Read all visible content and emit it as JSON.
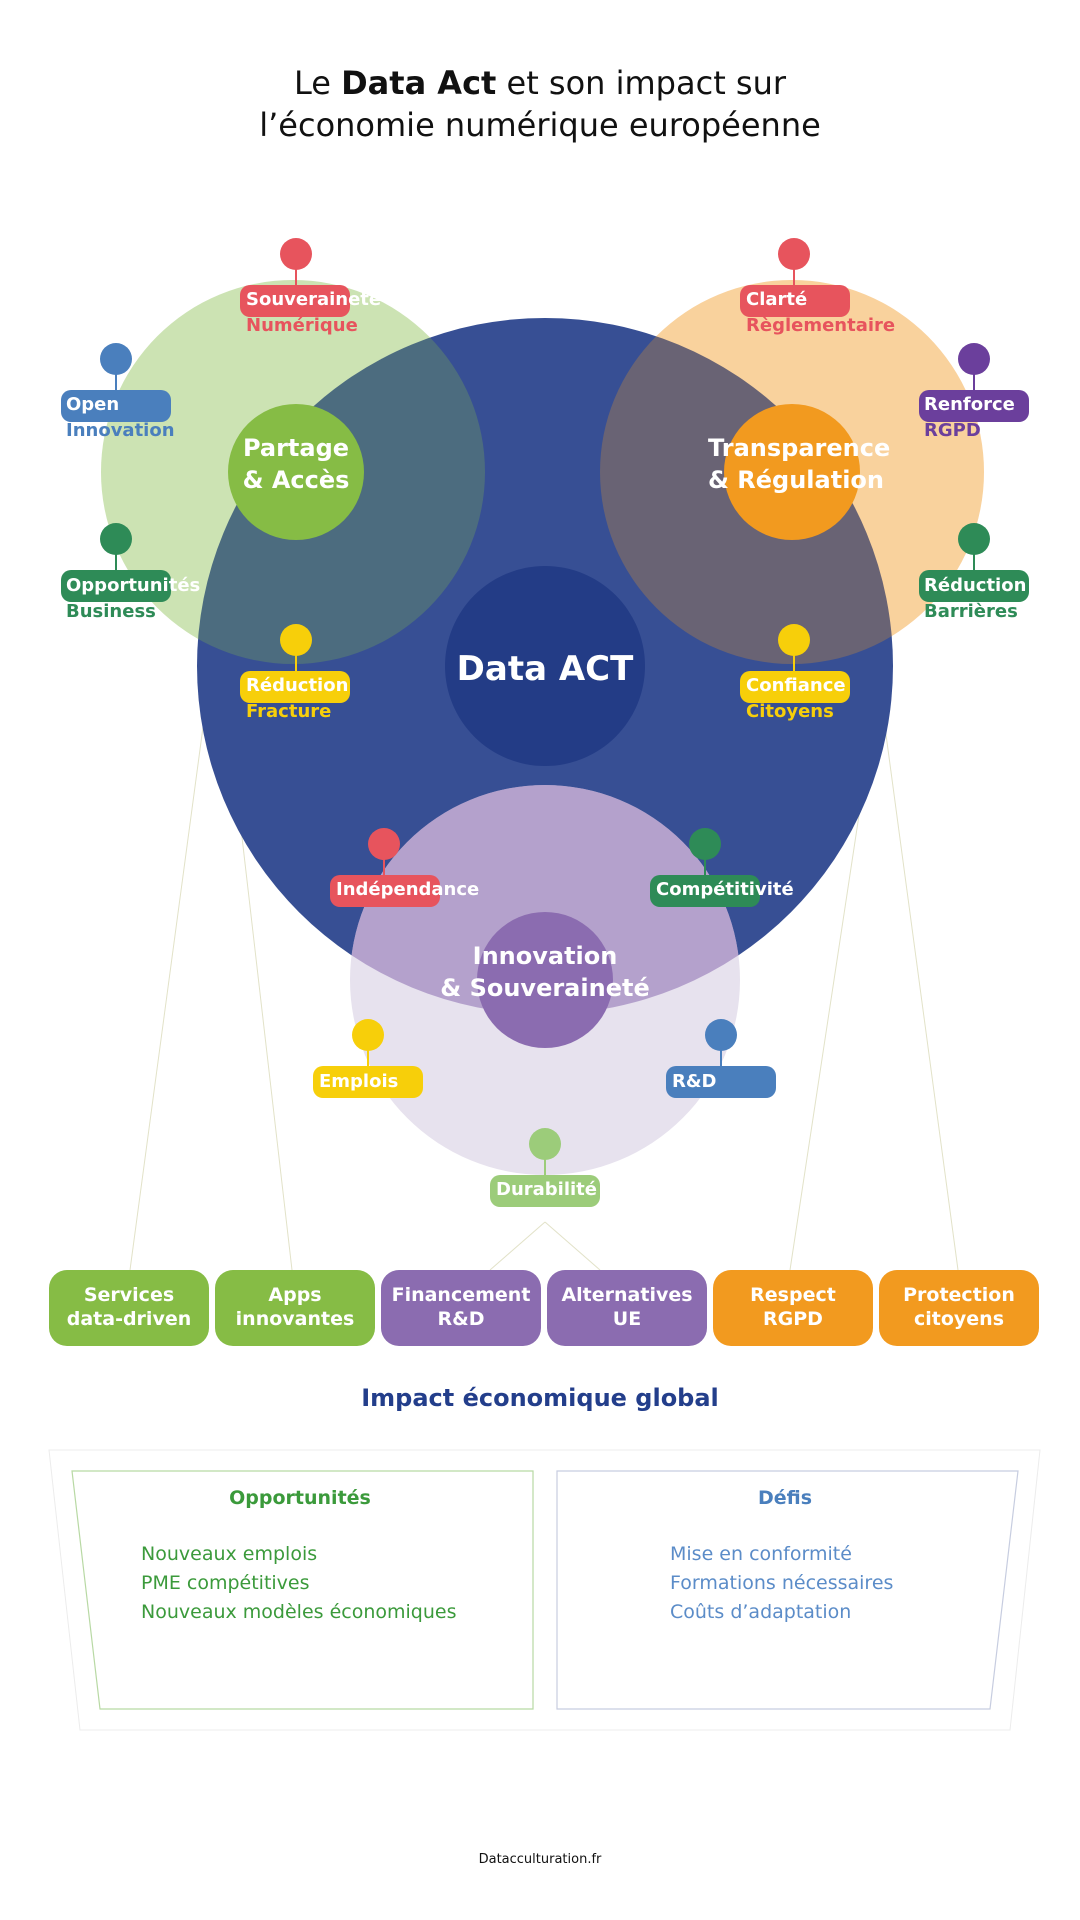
{
  "title": {
    "prefix": "Le ",
    "strong": "Data Act",
    "line1_rest": " et son impact sur",
    "line2": "l’économie numérique européenne"
  },
  "colors": {
    "main_circle": "#374f94",
    "center": "#233c86",
    "green": "#86bc45",
    "orange": "#f29a1f",
    "purple": "#8b6cb0",
    "red": "#e7545d",
    "blue": "#4a7fbd",
    "dark_green": "#2e8b57",
    "yellow": "#f7cf0a",
    "violet": "#6b3f9c",
    "light_green": "#9ccc7a"
  },
  "center_label": "Data ACT",
  "hubs": [
    {
      "id": "partage",
      "lines": [
        "Partage",
        "& Accès"
      ],
      "color": "green"
    },
    {
      "id": "transparence",
      "lines": [
        "Transparence",
        "& Régulation"
      ],
      "color": "orange"
    },
    {
      "id": "innovation",
      "lines": [
        "Innovation",
        "& Souveraineté"
      ],
      "color": "purple"
    }
  ],
  "tags": [
    {
      "id": "souverainete",
      "lines": [
        "Souveraineté",
        "Numérique"
      ],
      "color": "red"
    },
    {
      "id": "open",
      "lines": [
        "Open",
        "Innovation"
      ],
      "color": "blue"
    },
    {
      "id": "opportunites",
      "lines": [
        "Opportunités",
        "Business"
      ],
      "color": "dark_green"
    },
    {
      "id": "reduction-fracture",
      "lines": [
        "Réduction",
        "Fracture"
      ],
      "color": "yellow"
    },
    {
      "id": "clarte",
      "lines": [
        "Clarté",
        "Règlementaire"
      ],
      "color": "red"
    },
    {
      "id": "renforce",
      "lines": [
        "Renforce",
        "RGPD"
      ],
      "color": "violet"
    },
    {
      "id": "reduction-barrieres",
      "lines": [
        "Réduction",
        "Barrières"
      ],
      "color": "dark_green"
    },
    {
      "id": "confiance",
      "lines": [
        "Confiance",
        "Citoyens"
      ],
      "color": "yellow"
    },
    {
      "id": "independance",
      "lines": [
        "Indépendance"
      ],
      "color": "red"
    },
    {
      "id": "competitivite",
      "lines": [
        "Compétitivité"
      ],
      "color": "dark_green"
    },
    {
      "id": "emplois",
      "lines": [
        "Emplois"
      ],
      "color": "yellow"
    },
    {
      "id": "rd",
      "lines": [
        "R&D"
      ],
      "color": "blue"
    },
    {
      "id": "durabilite",
      "lines": [
        "Durabilité"
      ],
      "color": "light_green"
    }
  ],
  "outcomes": [
    {
      "lines": [
        "Services",
        "data-driven"
      ],
      "color": "green"
    },
    {
      "lines": [
        "Apps",
        "innovantes"
      ],
      "color": "green"
    },
    {
      "lines": [
        "Financement",
        "R&D"
      ],
      "color": "purple"
    },
    {
      "lines": [
        "Alternatives",
        "UE"
      ],
      "color": "purple"
    },
    {
      "lines": [
        "Respect",
        "RGPD"
      ],
      "color": "orange"
    },
    {
      "lines": [
        "Protection",
        "citoyens"
      ],
      "color": "orange"
    }
  ],
  "impact": {
    "title": "Impact économique global",
    "opportunities": {
      "title": "Opportunités",
      "items": [
        "Nouveaux emplois",
        "PME compétitives",
        "Nouveaux modèles économiques"
      ]
    },
    "challenges": {
      "title": "Défis",
      "items": [
        "Mise en conformité",
        "Formations nécessaires",
        "Coûts d’adaptation"
      ]
    }
  },
  "footer": "Datacculturation.fr"
}
